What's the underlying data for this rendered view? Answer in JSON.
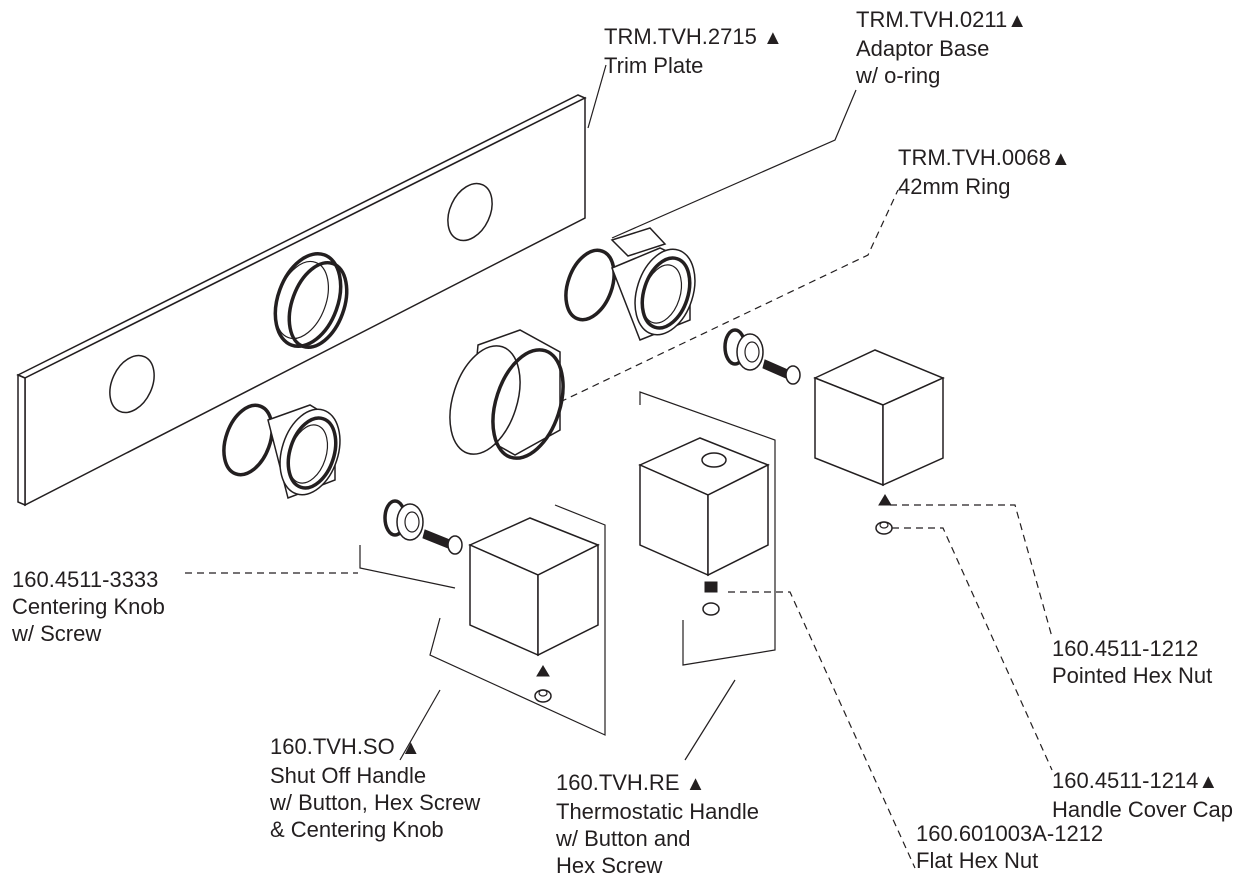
{
  "labels": {
    "trim_plate": {
      "part": "TRM.TVH.2715",
      "mark": "▲",
      "name": "Trim Plate"
    },
    "adaptor_base": {
      "part": "TRM.TVH.0211",
      "mark": "▲",
      "name": "Adaptor Base",
      "name2": "w/ o-ring"
    },
    "ring_42mm": {
      "part": "TRM.TVH.0068",
      "mark": "▲",
      "name": "42mm Ring"
    },
    "centering_knob": {
      "part": "160.4511-3333",
      "name": "Centering Knob",
      "name2": "w/ Screw"
    },
    "shut_off_handle": {
      "part": "160.TVH.SO",
      "mark": "▲",
      "name": "Shut Off Handle",
      "name2": "w/ Button, Hex Screw",
      "name3": "& Centering Knob"
    },
    "thermostatic_handle": {
      "part": "160.TVH.RE",
      "mark": "▲",
      "name": "Thermostatic Handle",
      "name2": "w/ Button and",
      "name3": "Hex Screw"
    },
    "flat_hex_nut": {
      "part": "160.601003A-1212",
      "name": "Flat Hex Nut"
    },
    "pointed_hex_nut": {
      "part": "160.4511-1212",
      "name": "Pointed Hex Nut"
    },
    "handle_cover_cap": {
      "part": "160.4511-1214",
      "mark": "▲",
      "name": "Handle Cover Cap"
    }
  }
}
